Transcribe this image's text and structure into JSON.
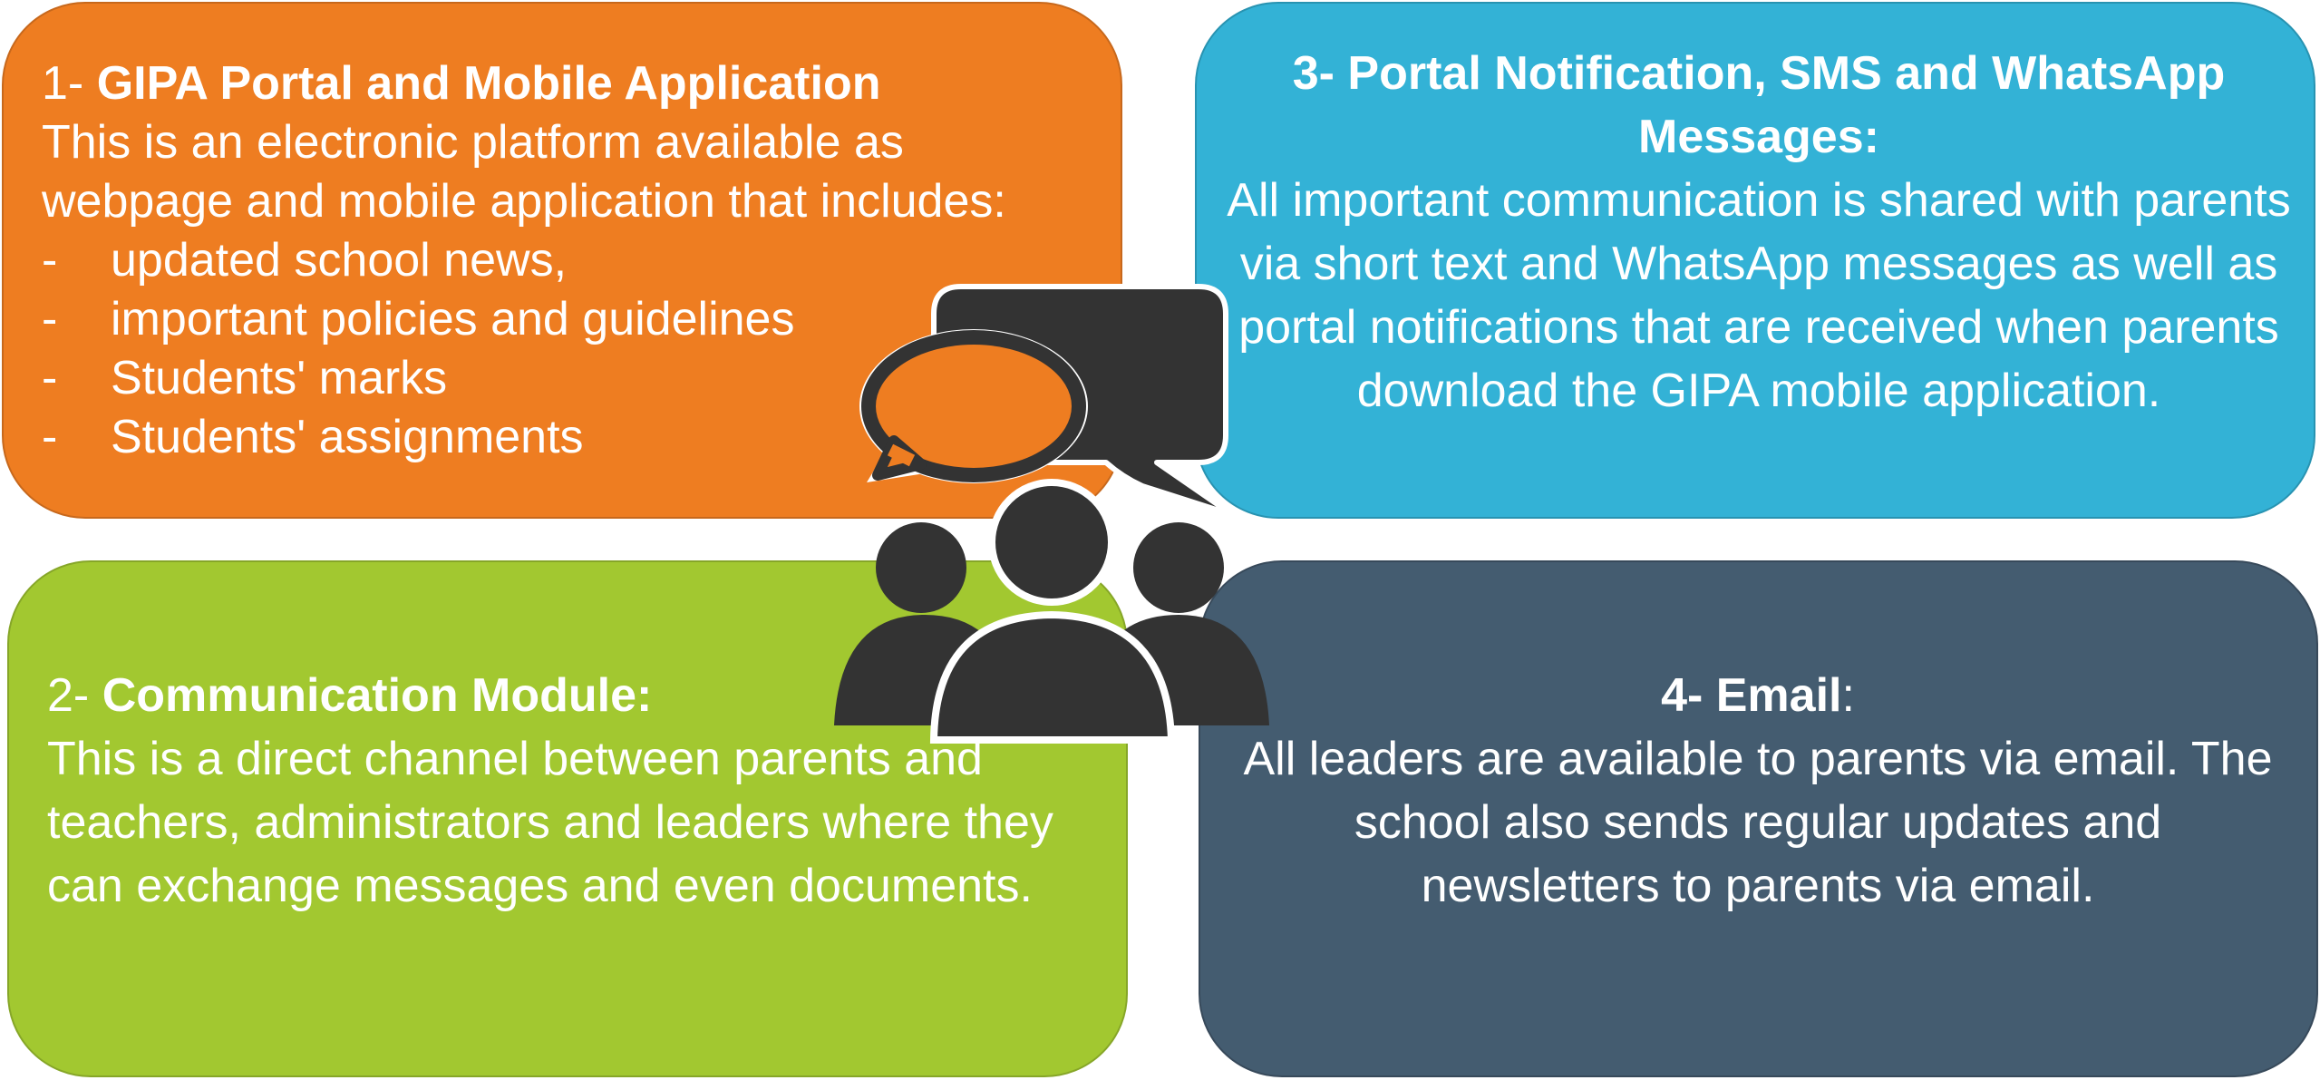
{
  "box1": {
    "number": "1- ",
    "title": "GIPA Portal and Mobile Application",
    "description": "This is an electronic platform available as webpage and mobile application that includes:",
    "bullets": [
      "updated school news,",
      "important policies and guidelines",
      "Students' marks",
      "Students' assignments"
    ],
    "bullet_marker": "-",
    "color": "#ee7d21"
  },
  "box2": {
    "number": "2- ",
    "title": "Communication Module:",
    "description": "This is a direct channel between parents and teachers, administrators and leaders where they can exchange messages and even documents.",
    "color": "#a2c830"
  },
  "box3": {
    "title": "3- Portal Notification, SMS and WhatsApp Messages:",
    "description": "All important communication is shared with parents via short text and WhatsApp messages as well as portal notifications that are received when parents download the GIPA mobile application.",
    "color": "#33b2d6"
  },
  "box4": {
    "title": "4- Email",
    "title_suffix": ":",
    "description": "All leaders are available to parents via email. The school also sends regular updates and newsletters to parents via email.",
    "color": "#445c70"
  },
  "center_icon": {
    "name": "people-chat-icon",
    "color": "#333333"
  }
}
